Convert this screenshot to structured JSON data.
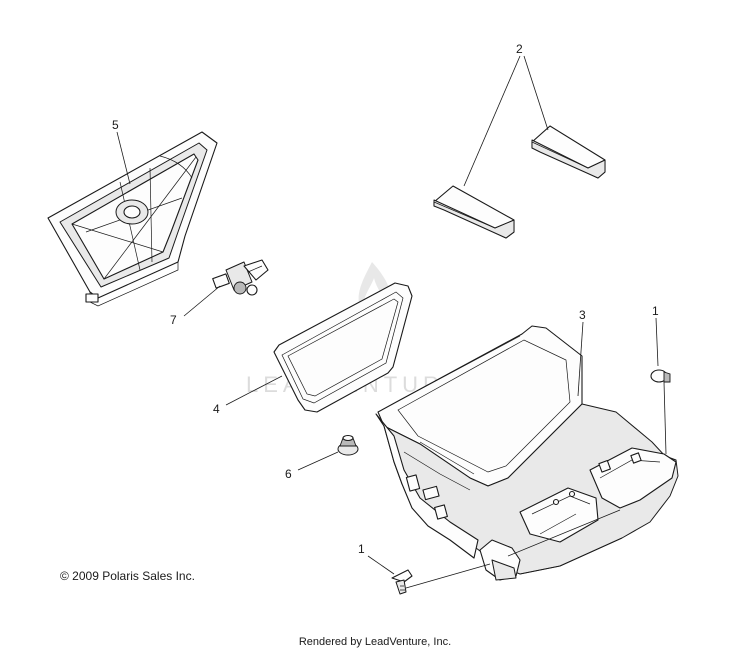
{
  "diagram": {
    "callouts": {
      "c1_top": "1",
      "c1_bottom": "1",
      "c2": "2",
      "c3": "3",
      "c4": "4",
      "c5": "5",
      "c6": "6",
      "c7": "7"
    },
    "watermark": "LEADVENTURE",
    "copyright": "© 2009 Polaris Sales Inc.",
    "rendered_by": "Rendered by LeadVenture, Inc."
  }
}
